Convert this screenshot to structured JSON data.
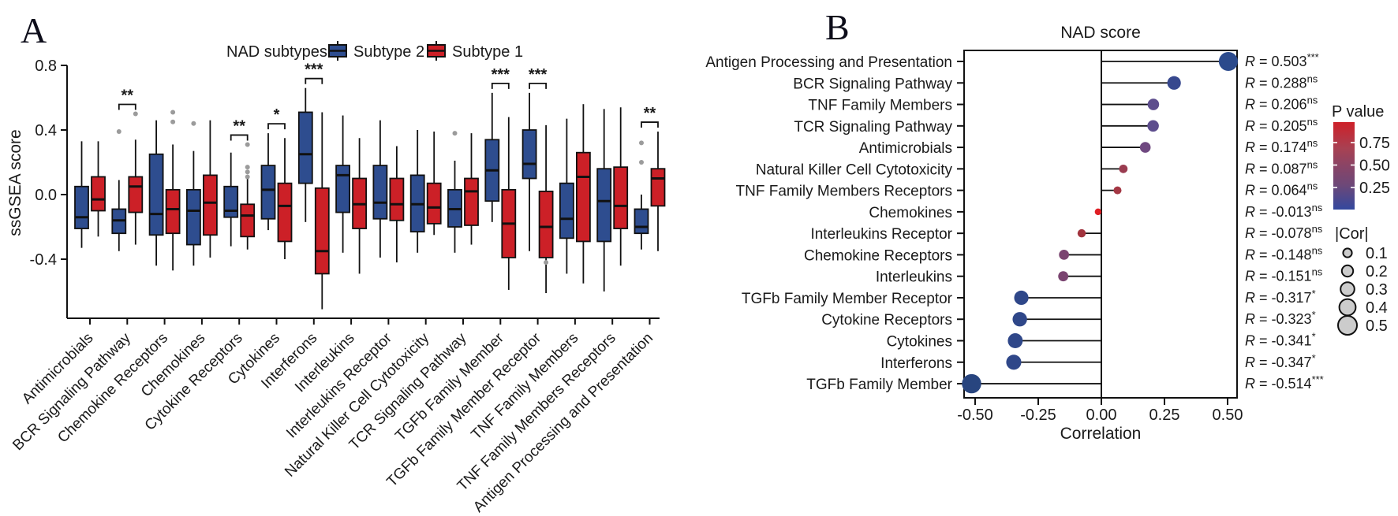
{
  "figure": {
    "panel_a_label": "A",
    "panel_b_label": "B"
  },
  "chart_data": [
    {
      "type": "boxplot",
      "panel": "A",
      "ylabel": "ssGSEA score",
      "legend_title": "NAD subtypes",
      "series": [
        {
          "name": "Subtype 2",
          "color": "#2E4D8F"
        },
        {
          "name": "Subtype 1",
          "color": "#CC2027"
        }
      ],
      "yticks": [
        {
          "label": "0.8",
          "value": 0.8
        },
        {
          "label": "0.4",
          "value": 0.4
        },
        {
          "label": "0.0",
          "value": 0.0
        },
        {
          "label": "-0.4",
          "value": -0.4
        }
      ],
      "ylim": [
        -0.76,
        0.85
      ],
      "outlier_color": "#9B9B9B",
      "categories": [
        "Antimicrobials",
        "BCR Signaling Pathway",
        "Chemokine Receptors",
        "Chemokines",
        "Cytokine Receptors",
        "Cytokines",
        "Interferons",
        "Interleukins",
        "Interleukins Receptor",
        "Natural Killer Cell Cytotoxicity",
        "TCR Signaling Pathway",
        "TGFb Family Member",
        "TGFb Family Member Receptor",
        "TNF Family Members",
        "TNF Family Members Receptors",
        "Antigen Processing and Presentation"
      ],
      "boxes": [
        {
          "category": "Antimicrobials",
          "significance": null,
          "subtype2": {
            "low": -0.33,
            "q1": -0.21,
            "median": -0.14,
            "q3": 0.05,
            "high": 0.33,
            "outliers": []
          },
          "subtype1": {
            "low": -0.26,
            "q1": -0.1,
            "median": -0.03,
            "q3": 0.11,
            "high": 0.33,
            "outliers": []
          }
        },
        {
          "category": "BCR Signaling Pathway",
          "significance": "**",
          "subtype2": {
            "low": -0.35,
            "q1": -0.24,
            "median": -0.16,
            "q3": -0.09,
            "high": 0.09,
            "outliers": [
              0.39
            ]
          },
          "subtype1": {
            "low": -0.31,
            "q1": -0.11,
            "median": 0.05,
            "q3": 0.11,
            "high": 0.34,
            "outliers": [
              0.5
            ]
          }
        },
        {
          "category": "Chemokine Receptors",
          "significance": null,
          "subtype2": {
            "low": -0.44,
            "q1": -0.25,
            "median": -0.12,
            "q3": 0.25,
            "high": 0.46,
            "outliers": []
          },
          "subtype1": {
            "low": -0.47,
            "q1": -0.24,
            "median": -0.09,
            "q3": 0.03,
            "high": 0.31,
            "outliers": [
              0.51,
              0.45
            ]
          }
        },
        {
          "category": "Chemokines",
          "significance": null,
          "subtype2": {
            "low": -0.44,
            "q1": -0.31,
            "median": -0.1,
            "q3": 0.03,
            "high": 0.27,
            "outliers": [
              0.44
            ]
          },
          "subtype1": {
            "low": -0.39,
            "q1": -0.25,
            "median": -0.05,
            "q3": 0.12,
            "high": 0.46,
            "outliers": []
          }
        },
        {
          "category": "Cytokine Receptors",
          "significance": "**",
          "subtype2": {
            "low": -0.32,
            "q1": -0.14,
            "median": -0.1,
            "q3": 0.05,
            "high": 0.26,
            "outliers": []
          },
          "subtype1": {
            "low": -0.34,
            "q1": -0.26,
            "median": -0.13,
            "q3": -0.06,
            "high": 0.12,
            "outliers": [
              0.31,
              0.17,
              0.14,
              0.11
            ]
          }
        },
        {
          "category": "Cytokines",
          "significance": "*",
          "subtype2": {
            "low": -0.22,
            "q1": -0.15,
            "median": 0.03,
            "q3": 0.18,
            "high": 0.38,
            "outliers": []
          },
          "subtype1": {
            "low": -0.4,
            "q1": -0.29,
            "median": -0.07,
            "q3": 0.07,
            "high": 0.35,
            "outliers": []
          }
        },
        {
          "category": "Interferons",
          "significance": "***",
          "subtype2": {
            "low": -0.17,
            "q1": 0.07,
            "median": 0.25,
            "q3": 0.51,
            "high": 0.66,
            "outliers": []
          },
          "subtype1": {
            "low": -0.71,
            "q1": -0.49,
            "median": -0.35,
            "q3": 0.04,
            "high": 0.51,
            "outliers": []
          }
        },
        {
          "category": "Interleukins",
          "significance": null,
          "subtype2": {
            "low": -0.36,
            "q1": -0.11,
            "median": 0.12,
            "q3": 0.18,
            "high": 0.49,
            "outliers": []
          },
          "subtype1": {
            "low": -0.49,
            "q1": -0.21,
            "median": -0.06,
            "q3": 0.1,
            "high": 0.35,
            "outliers": []
          }
        },
        {
          "category": "Interleukins Receptor",
          "significance": null,
          "subtype2": {
            "low": -0.39,
            "q1": -0.15,
            "median": -0.05,
            "q3": 0.18,
            "high": 0.46,
            "outliers": []
          },
          "subtype1": {
            "low": -0.42,
            "q1": -0.16,
            "median": -0.06,
            "q3": 0.1,
            "high": 0.3,
            "outliers": []
          }
        },
        {
          "category": "Natural Killer Cell Cytotoxicity",
          "significance": null,
          "subtype2": {
            "low": -0.36,
            "q1": -0.23,
            "median": -0.06,
            "q3": 0.12,
            "high": 0.4,
            "outliers": []
          },
          "subtype1": {
            "low": -0.25,
            "q1": -0.18,
            "median": -0.08,
            "q3": 0.07,
            "high": 0.39,
            "outliers": []
          }
        },
        {
          "category": "TCR Signaling Pathway",
          "significance": null,
          "subtype2": {
            "low": -0.36,
            "q1": -0.2,
            "median": -0.09,
            "q3": 0.03,
            "high": 0.21,
            "outliers": [
              0.38
            ]
          },
          "subtype1": {
            "low": -0.31,
            "q1": -0.19,
            "median": 0.02,
            "q3": 0.1,
            "high": 0.38,
            "outliers": []
          }
        },
        {
          "category": "TGFb Family Member",
          "significance": "***",
          "subtype2": {
            "low": -0.17,
            "q1": -0.04,
            "median": 0.15,
            "q3": 0.34,
            "high": 0.63,
            "outliers": []
          },
          "subtype1": {
            "low": -0.59,
            "q1": -0.39,
            "median": -0.18,
            "q3": 0.03,
            "high": 0.48,
            "outliers": []
          }
        },
        {
          "category": "TGFb Family Member Receptor",
          "significance": "***",
          "subtype2": {
            "low": -0.35,
            "q1": 0.1,
            "median": 0.19,
            "q3": 0.4,
            "high": 0.63,
            "outliers": []
          },
          "subtype1": {
            "low": -0.61,
            "q1": -0.39,
            "median": -0.2,
            "q3": 0.02,
            "high": 0.43,
            "outliers": [
              -0.42
            ]
          }
        },
        {
          "category": "TNF Family Members",
          "significance": null,
          "subtype2": {
            "low": -0.49,
            "q1": -0.27,
            "median": -0.15,
            "q3": 0.07,
            "high": 0.47,
            "outliers": []
          },
          "subtype1": {
            "low": -0.55,
            "q1": -0.29,
            "median": 0.11,
            "q3": 0.26,
            "high": 0.56,
            "outliers": []
          }
        },
        {
          "category": "TNF Family Members Receptors",
          "significance": null,
          "subtype2": {
            "low": -0.6,
            "q1": -0.29,
            "median": -0.04,
            "q3": 0.16,
            "high": 0.53,
            "outliers": []
          },
          "subtype1": {
            "low": -0.44,
            "q1": -0.21,
            "median": -0.07,
            "q3": 0.17,
            "high": 0.54,
            "outliers": []
          }
        },
        {
          "category": "Antigen Processing and Presentation",
          "significance": "**",
          "subtype2": {
            "low": -0.34,
            "q1": -0.24,
            "median": -0.2,
            "q3": -0.09,
            "high": 0.0,
            "outliers": [
              0.32,
              0.2
            ]
          },
          "subtype1": {
            "low": -0.35,
            "q1": -0.07,
            "median": 0.1,
            "q3": 0.16,
            "high": 0.39,
            "outliers": []
          }
        }
      ]
    },
    {
      "type": "lollipop",
      "panel": "B",
      "title": "NAD score",
      "xlabel": "Correlation",
      "xlim": [
        -0.545,
        0.54
      ],
      "xticks": [
        {
          "label": "-0.50",
          "value": -0.5
        },
        {
          "label": "-0.25",
          "value": -0.25
        },
        {
          "label": "0.00",
          "value": 0.0
        },
        {
          "label": "0.25",
          "value": 0.25
        },
        {
          "label": "0.50",
          "value": 0.5
        }
      ],
      "rows": [
        {
          "label": "Antigen Processing and Presentation",
          "r": 0.503,
          "r_label": "R = 0.503",
          "sig": "***",
          "color": "#2B4A8C"
        },
        {
          "label": "BCR Signaling Pathway",
          "r": 0.288,
          "r_label": "R = 0.288",
          "sig": "ns",
          "color": "#37488E"
        },
        {
          "label": "TNF Family Members",
          "r": 0.206,
          "r_label": "R = 0.206",
          "sig": "ns",
          "color": "#5D4D8D"
        },
        {
          "label": "TCR Signaling Pathway",
          "r": 0.205,
          "r_label": "R = 0.205",
          "sig": "ns",
          "color": "#5D4D8D"
        },
        {
          "label": "Antimicrobials",
          "r": 0.174,
          "r_label": "R = 0.174",
          "sig": "ns",
          "color": "#6F4880"
        },
        {
          "label": "Natural Killer Cell Cytotoxicity",
          "r": 0.087,
          "r_label": "R = 0.087",
          "sig": "ns",
          "color": "#9A3C50"
        },
        {
          "label": "TNF Family Members Receptors",
          "r": 0.064,
          "r_label": "R = 0.064",
          "sig": "ns",
          "color": "#A43744"
        },
        {
          "label": "Chemokines",
          "r": -0.013,
          "r_label": "R = -0.013",
          "sig": "ns",
          "color": "#E01F25"
        },
        {
          "label": "Interleukins Receptor",
          "r": -0.078,
          "r_label": "R = -0.078",
          "sig": "ns",
          "color": "#A2343E"
        },
        {
          "label": "Chemokine Receptors",
          "r": -0.148,
          "r_label": "R = -0.148",
          "sig": "ns",
          "color": "#7A4470"
        },
        {
          "label": "Interleukins",
          "r": -0.151,
          "r_label": "R = -0.151",
          "sig": "ns",
          "color": "#7A4470"
        },
        {
          "label": "TGFb Family Member Receptor",
          "r": -0.317,
          "r_label": "R = -0.317",
          "sig": "*",
          "color": "#2F4789"
        },
        {
          "label": "Cytokine Receptors",
          "r": -0.323,
          "r_label": "R = -0.323",
          "sig": "*",
          "color": "#2F4789"
        },
        {
          "label": "Cytokines",
          "r": -0.341,
          "r_label": "R = -0.341",
          "sig": "*",
          "color": "#2F4789"
        },
        {
          "label": "Interferons",
          "r": -0.347,
          "r_label": "R = -0.347",
          "sig": "*",
          "color": "#2F4789"
        },
        {
          "label": "TGFb Family Member",
          "r": -0.514,
          "r_label": "R = -0.514",
          "sig": "***",
          "color": "#28457F"
        }
      ],
      "pvalue_legend": {
        "title": "P value",
        "ticks": [
          "0.75",
          "0.50",
          "0.25"
        ],
        "gradient": [
          {
            "offset": 0.0,
            "color": "#CE2029"
          },
          {
            "offset": 0.3,
            "color": "#A84152"
          },
          {
            "offset": 0.5,
            "color": "#8A4466"
          },
          {
            "offset": 0.72,
            "color": "#6D4878"
          },
          {
            "offset": 1.0,
            "color": "#33489E"
          }
        ]
      },
      "cor_legend": {
        "title": "|Cor|",
        "sizes": [
          "0.1",
          "0.2",
          "0.3",
          "0.4",
          "0.5"
        ],
        "fill": "#CCCCCC"
      }
    }
  ]
}
